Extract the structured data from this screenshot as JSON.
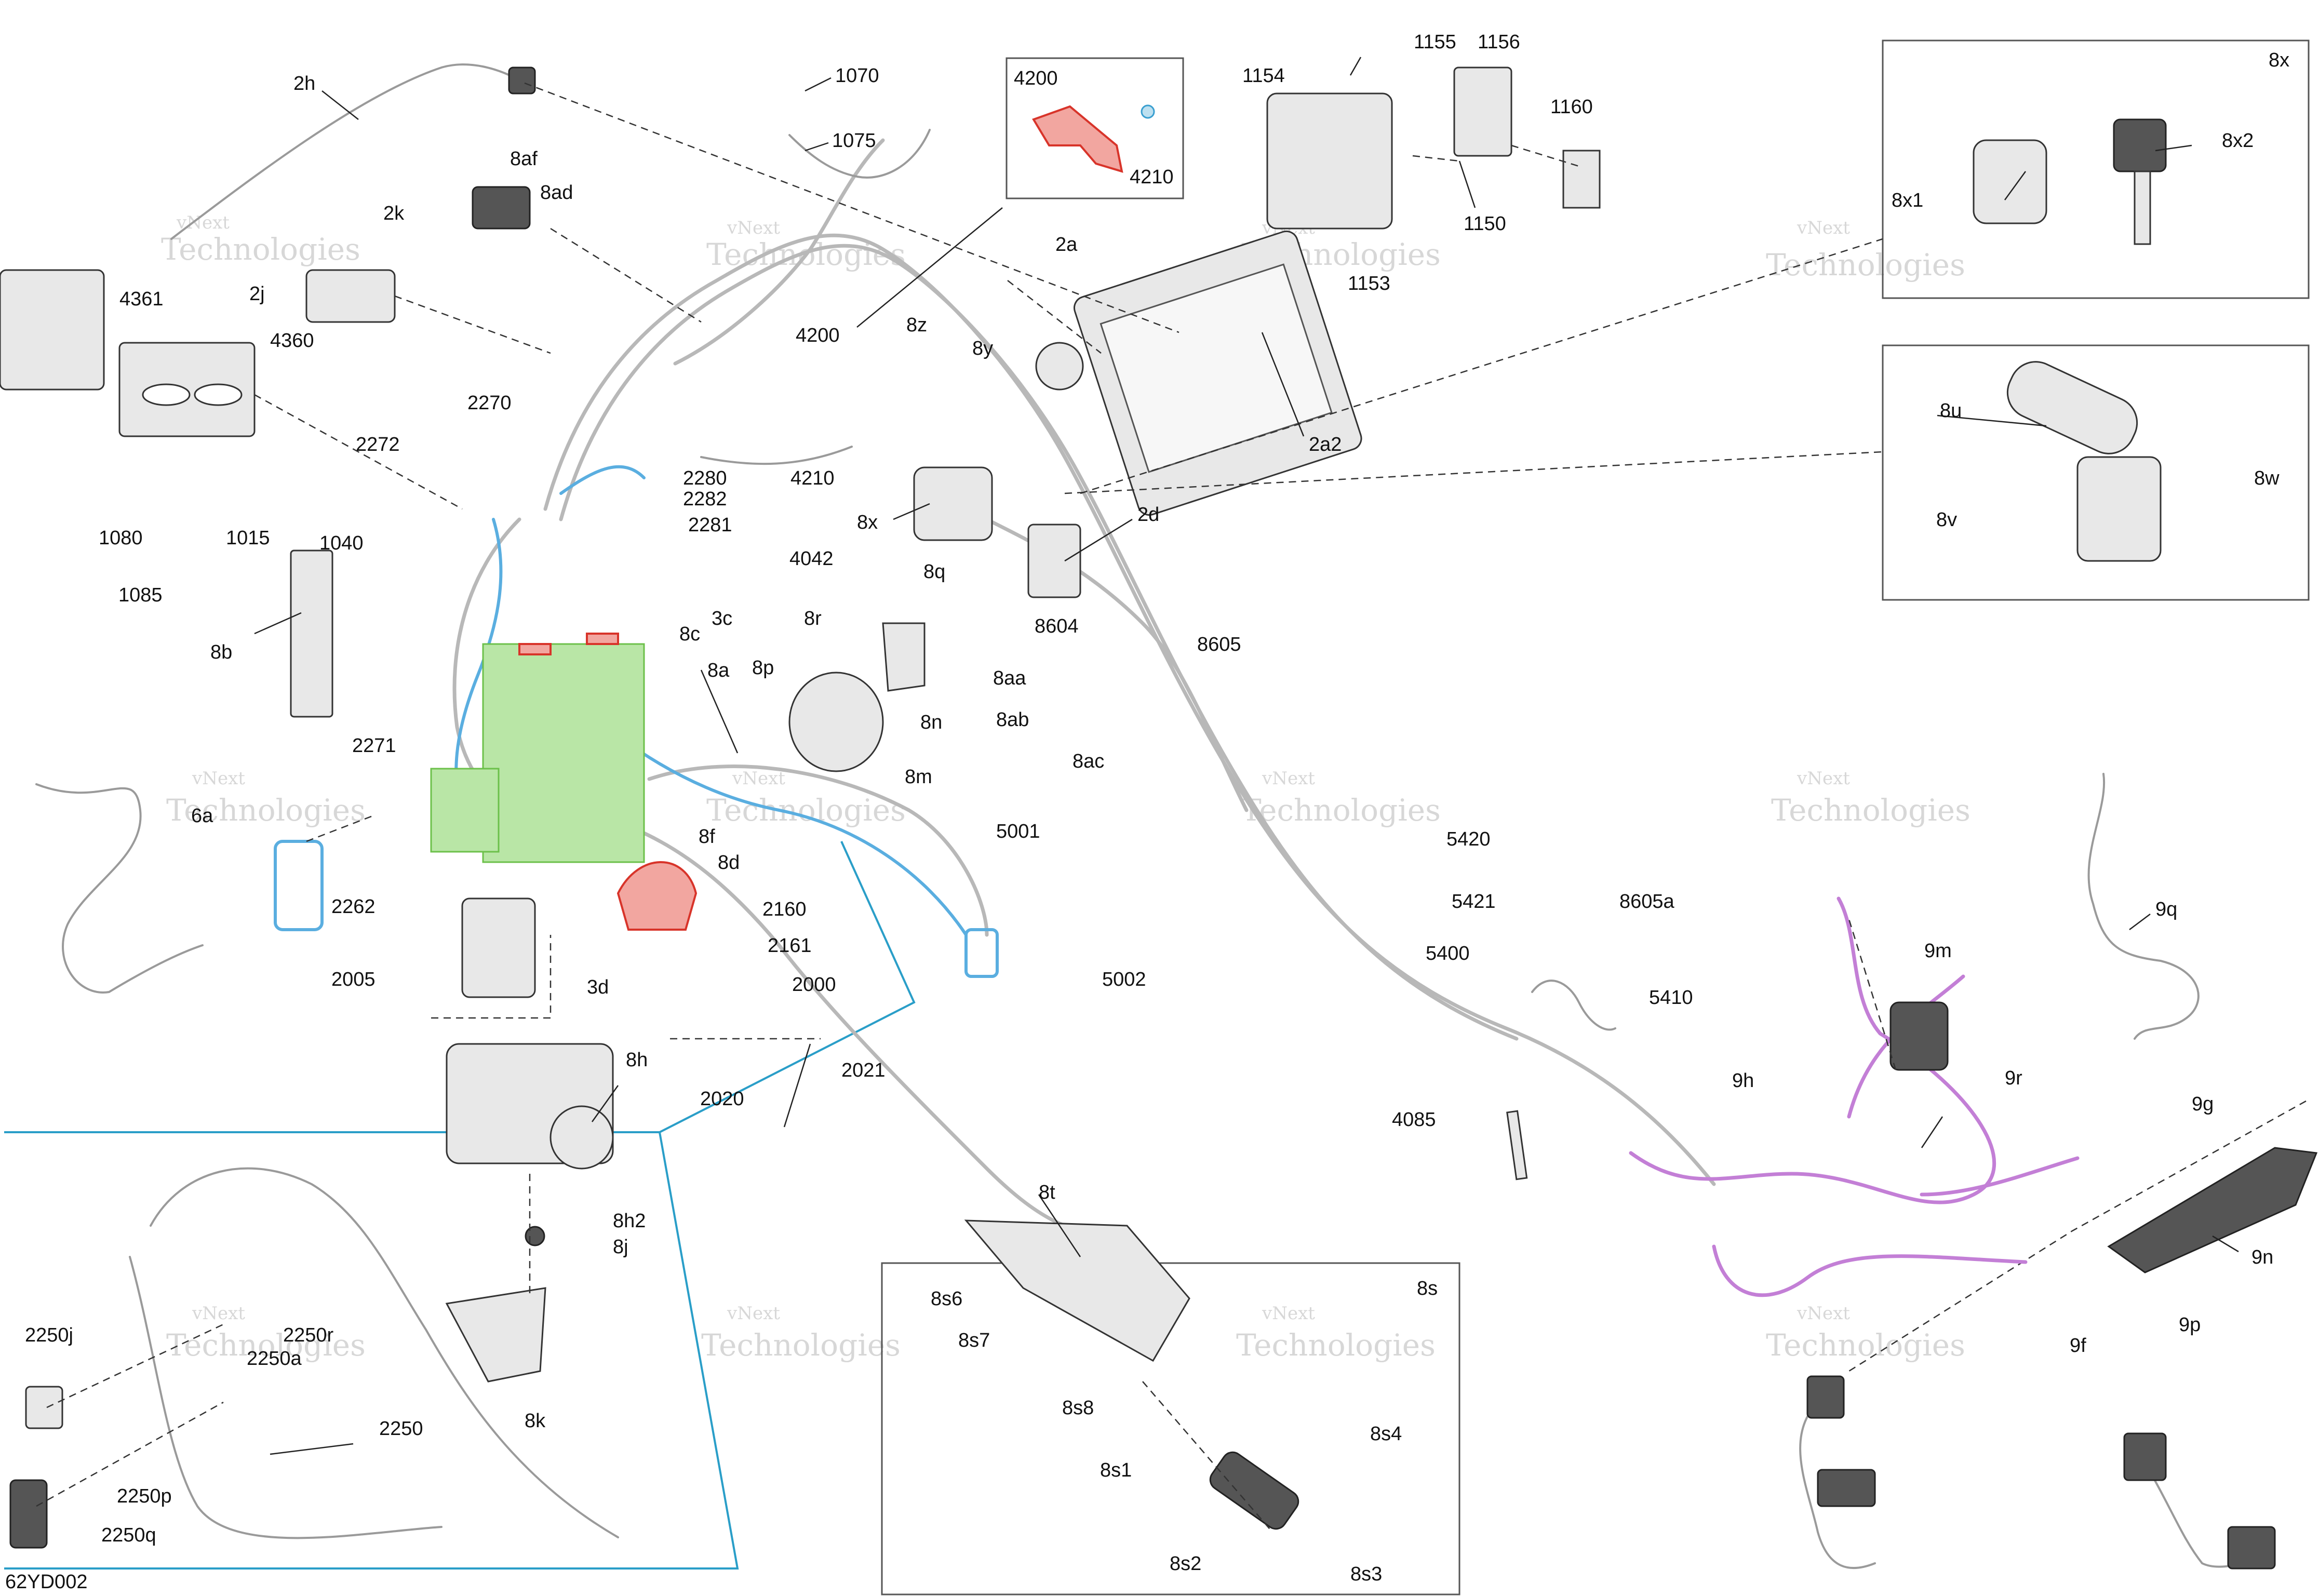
{
  "diagram": {
    "code": "62YD002",
    "watermark_lines": [
      "vNext",
      "Technologies"
    ],
    "labels": {
      "l2h": "2h",
      "l1070": "1070",
      "l4200": "4200",
      "l1154": "1154",
      "l1155": "1155",
      "l1156": "1156",
      "l8x_box": "8x",
      "l1075": "1075",
      "l8af": "8af",
      "l4210a": "4210",
      "l1160": "1160",
      "l8x2": "8x2",
      "l8ad": "8ad",
      "l2k": "2k",
      "l1150": "1150",
      "l8x1": "8x1",
      "l2a": "2a",
      "l2j": "2j",
      "l1153": "1153",
      "l4361": "4361",
      "l4200b": "4200",
      "l8z": "8z",
      "l4360": "4360",
      "l8y": "8y",
      "l8u": "8u",
      "l2270": "2270",
      "l2a2": "2a2",
      "l2272": "2272",
      "l4210b": "4210",
      "l8w": "8w",
      "l2280": "2280",
      "l2282": "2282",
      "l8x": "8x",
      "l2d": "2d",
      "l1080": "1080",
      "l1015": "1015",
      "l2281": "2281",
      "l8v": "8v",
      "l1040": "1040",
      "l8q": "8q",
      "l4042": "4042",
      "l1085": "1085",
      "l3c": "3c",
      "l8r": "8r",
      "l8604": "8604",
      "l8605": "8605",
      "l8b": "8b",
      "l8c": "8c",
      "l8a": "8a",
      "l8p": "8p",
      "l8aa": "8aa",
      "l8n": "8n",
      "l8ab": "8ab",
      "l2271": "2271",
      "l8m": "8m",
      "l8ac": "8ac",
      "l6a": "6a",
      "l8f": "8f",
      "l5001": "5001",
      "l5420": "5420",
      "l8d": "8d",
      "l2262": "2262",
      "l5421": "5421",
      "l8605a": "8605a",
      "l2160": "2160",
      "l9q": "9q",
      "l2161": "2161",
      "l9m": "9m",
      "l5400": "5400",
      "l2005": "2005",
      "l5002": "5002",
      "l3d": "3d",
      "l2000": "2000",
      "l5410": "5410",
      "l8h": "8h",
      "l2021": "2021",
      "l9h": "9h",
      "l9r": "9r",
      "l2020": "2020",
      "l4085": "4085",
      "l9g": "9g",
      "l8t": "8t",
      "l8h2": "8h2",
      "l8j": "8j",
      "l9n": "9n",
      "l8s_box": "8s",
      "l8s6": "8s6",
      "l2250j": "2250j",
      "l2250r": "2250r",
      "l8s7": "8s7",
      "l9p": "9p",
      "l2250a": "2250a",
      "l9f": "9f",
      "l8k": "8k",
      "l8s8": "8s8",
      "l2250": "2250",
      "l8s4": "8s4",
      "l8s1": "8s1",
      "l2250p": "2250p",
      "l2250q": "2250q",
      "l8s2": "8s2",
      "l8s3": "8s3"
    }
  }
}
